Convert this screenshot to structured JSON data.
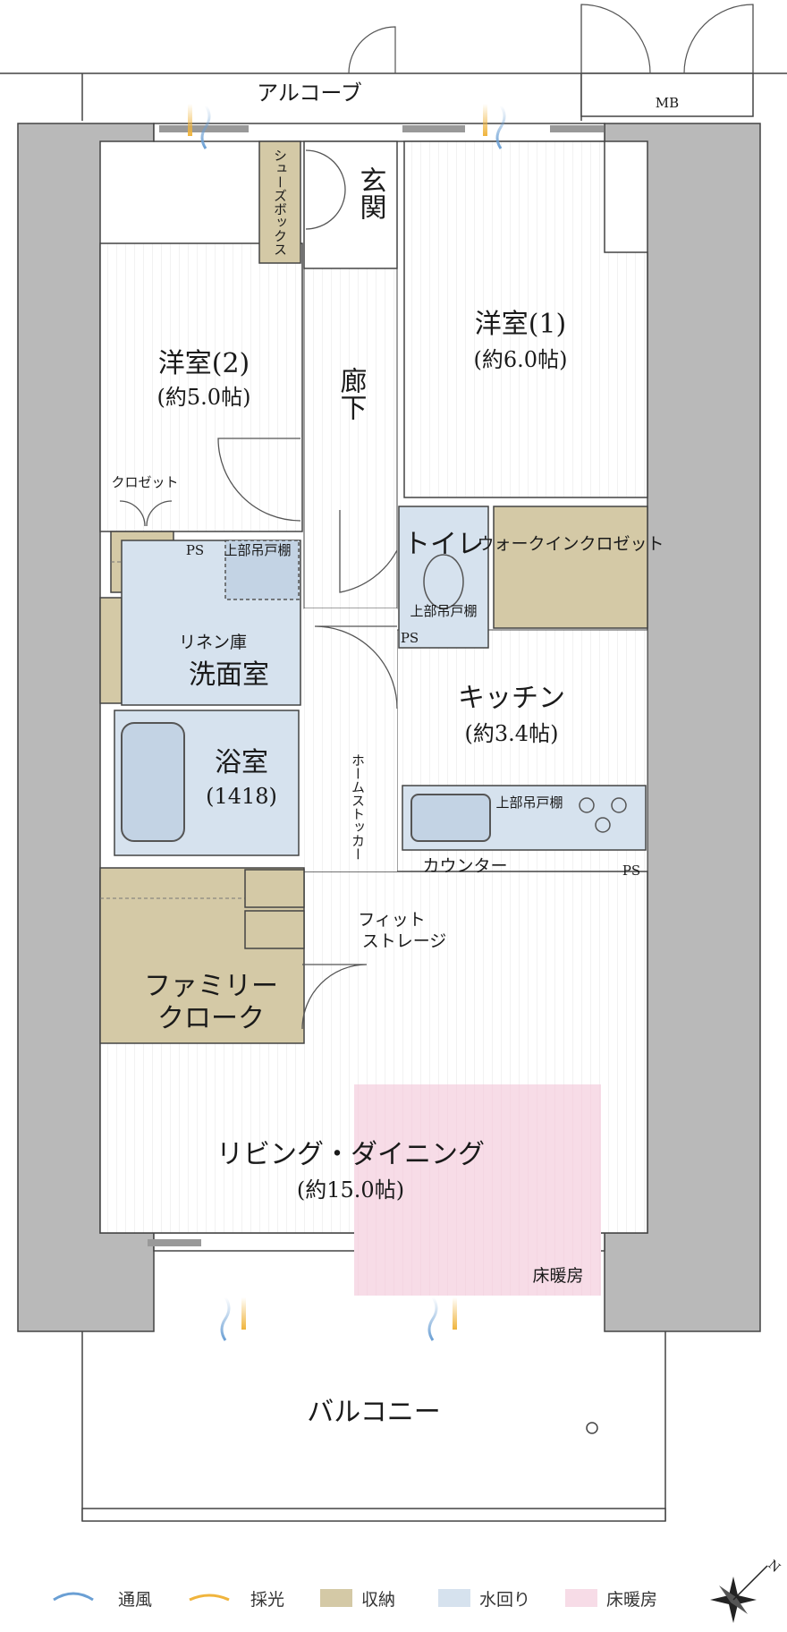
{
  "labels": {
    "alcove": "アルコーブ",
    "mb": "MB",
    "shoe_box": "シューズボックス",
    "entrance": "玄関",
    "room1": "洋室(1)",
    "room1_size": "(約6.0帖)",
    "room2": "洋室(2)",
    "room2_size": "(約5.0帖)",
    "corridor": "廊下",
    "closet": "クロゼット",
    "ps": "PS",
    "upper_cabinet": "上部吊戸棚",
    "linen": "リネン庫",
    "washroom": "洗面室",
    "bathroom": "浴室",
    "bath_size": "(1418)",
    "toilet": "トイレ",
    "walk_in_closet": "ウォークインクロゼット",
    "kitchen": "キッチン",
    "kitchen_size": "(約3.4帖)",
    "home_stocker": "ホームストッカー",
    "counter": "カウンター",
    "fit_storage_1": "フィット",
    "fit_storage_2": "ストレージ",
    "family_cloak_1": "ファミリー",
    "family_cloak_2": "クローク",
    "living": "リビング・ダイニング",
    "living_size": "(約15.0帖)",
    "floor_heating": "床暖房",
    "balcony": "バルコニー",
    "north": "N"
  },
  "legend": [
    {
      "label": "通風",
      "kind": "wind",
      "color": "#6a9fd4"
    },
    {
      "label": "採光",
      "kind": "light",
      "color": "#f0b43c"
    },
    {
      "label": "収納",
      "kind": "swatch",
      "color": "#d4c9a6"
    },
    {
      "label": "水回り",
      "kind": "swatch",
      "color": "#d6e2ee"
    },
    {
      "label": "床暖房",
      "kind": "swatch",
      "color": "#f7dce7"
    }
  ],
  "colors": {
    "storage": "#d4c9a6",
    "wet_area": "#d6e2ee",
    "floor_heating": "#f7dce7",
    "wall": "#b9b9b9",
    "line": "#444444"
  }
}
